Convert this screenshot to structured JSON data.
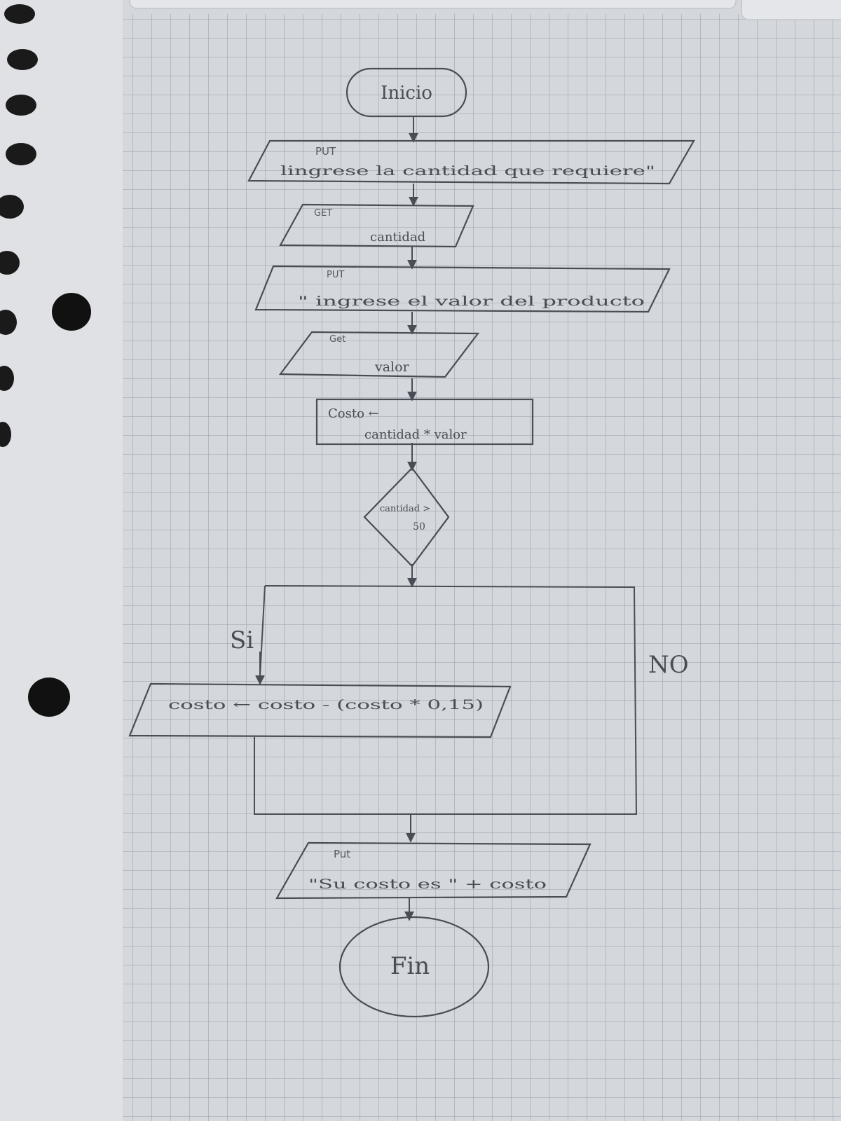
{
  "flowchart": {
    "start": "Inicio",
    "output_1": {
      "tag": "PUT",
      "text": "lingrese la cantidad que requiere\""
    },
    "input_1": {
      "tag": "GET",
      "text": "cantidad"
    },
    "output_2": {
      "tag": "PUT",
      "text": "\" ingrese el valor del producto"
    },
    "input_2": {
      "tag": "Get",
      "text": "valor"
    },
    "process": {
      "line1": "Costo ←",
      "line2": "cantidad * valor"
    },
    "decision": {
      "line1": "cantidad >",
      "line2": "50"
    },
    "branch_yes": "Si",
    "branch_no": "NO",
    "yes_step": "costo ← costo - (costo * 0,15)",
    "output_3": {
      "tag": "Put",
      "text": "\"Su costo es \" + costo"
    },
    "end": "Fin"
  }
}
